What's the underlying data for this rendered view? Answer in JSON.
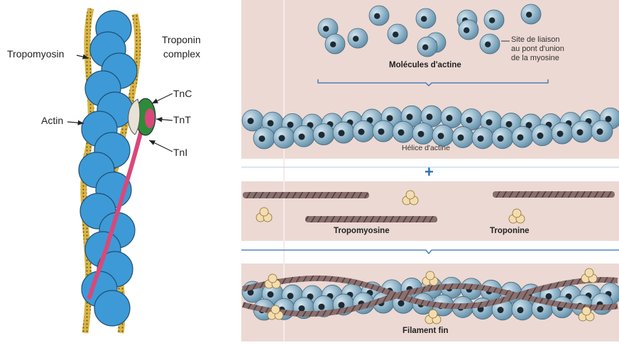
{
  "left_panel": {
    "labels": {
      "tropomyosin": "Tropomyosin",
      "troponin_complex_line1": "Troponin",
      "troponin_complex_line2": "complex",
      "actin": "Actin",
      "tnc": "TnC",
      "tnt": "TnT",
      "tni": "TnI"
    }
  },
  "right_panel": {
    "site_label_lines": [
      "Site de liaison",
      "au pont d'union",
      "de la myosine"
    ],
    "molecules_label": "Molécules d'actine",
    "helix_label": "Hélice d'actine",
    "plus_sign": "+",
    "tropomyosine_label": "Tropomyosine",
    "troponine_label": "Troponine",
    "filament_label": "Filament fin"
  },
  "colors": {
    "actin_left": "#3d9ad6",
    "tropomyosin": "#d9b441",
    "tnc": "#e8e2d6",
    "tnt_green": "#2f8a3a",
    "tni_pink": "#d9487a",
    "panel_bg": "#ecd9d3",
    "actin_right": "#7fa9c2",
    "actin_dark_dot": "#1d2a33",
    "bracket_blue": "#2e6fb5",
    "troponin_beads": "#f3ddb0"
  }
}
